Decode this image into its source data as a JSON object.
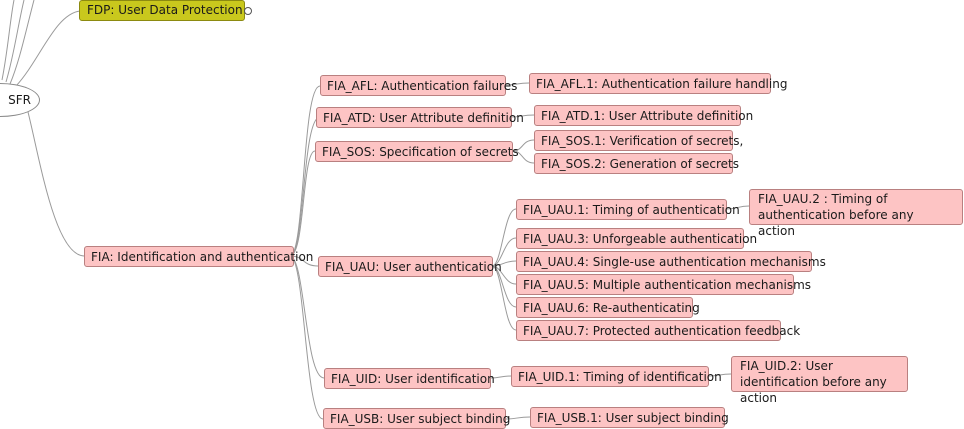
{
  "root": {
    "label": "SFR"
  },
  "fdp": {
    "label": "FDP: User Data Protection"
  },
  "fia": {
    "label": "FIA: Identification and authentication",
    "afl": {
      "label": "FIA_AFL: Authentication failures",
      "c1": "FIA_AFL.1: Authentication failure handling"
    },
    "atd": {
      "label": "FIA_ATD: User Attribute definition",
      "c1": "FIA_ATD.1: User Attribute definition"
    },
    "sos": {
      "label": "FIA_SOS: Specification of secrets",
      "c1": "FIA_SOS.1: Verification of secrets,",
      "c2": "FIA_SOS.2: Generation of secrets"
    },
    "uau": {
      "label": "FIA_UAU: User authentication",
      "c1": "FIA_UAU.1: Timing of authentication",
      "c1_child": "FIA_UAU.2 : Timing of authentication before any action",
      "c3": "FIA_UAU.3: Unforgeable authentication",
      "c4": "FIA_UAU.4: Single-use authentication mechanisms",
      "c5": "FIA_UAU.5: Multiple authentication mechanisms",
      "c6": "FIA_UAU.6: Re-authenticating",
      "c7": "FIA_UAU.7: Protected authentication feedback"
    },
    "uid": {
      "label": "FIA_UID: User identification",
      "c1": "FIA_UID.1: Timing of identification",
      "c1_child": "FIA_UID.2: User identification before any action"
    },
    "usb": {
      "label": "FIA_USB: User subject binding",
      "c1": "FIA_USB.1: User subject binding"
    }
  },
  "colors": {
    "node_fill": "#fdc4c4",
    "node_border": "#b98080",
    "fdp_fill": "#c9c81d",
    "edge": "#9a9a9a"
  }
}
